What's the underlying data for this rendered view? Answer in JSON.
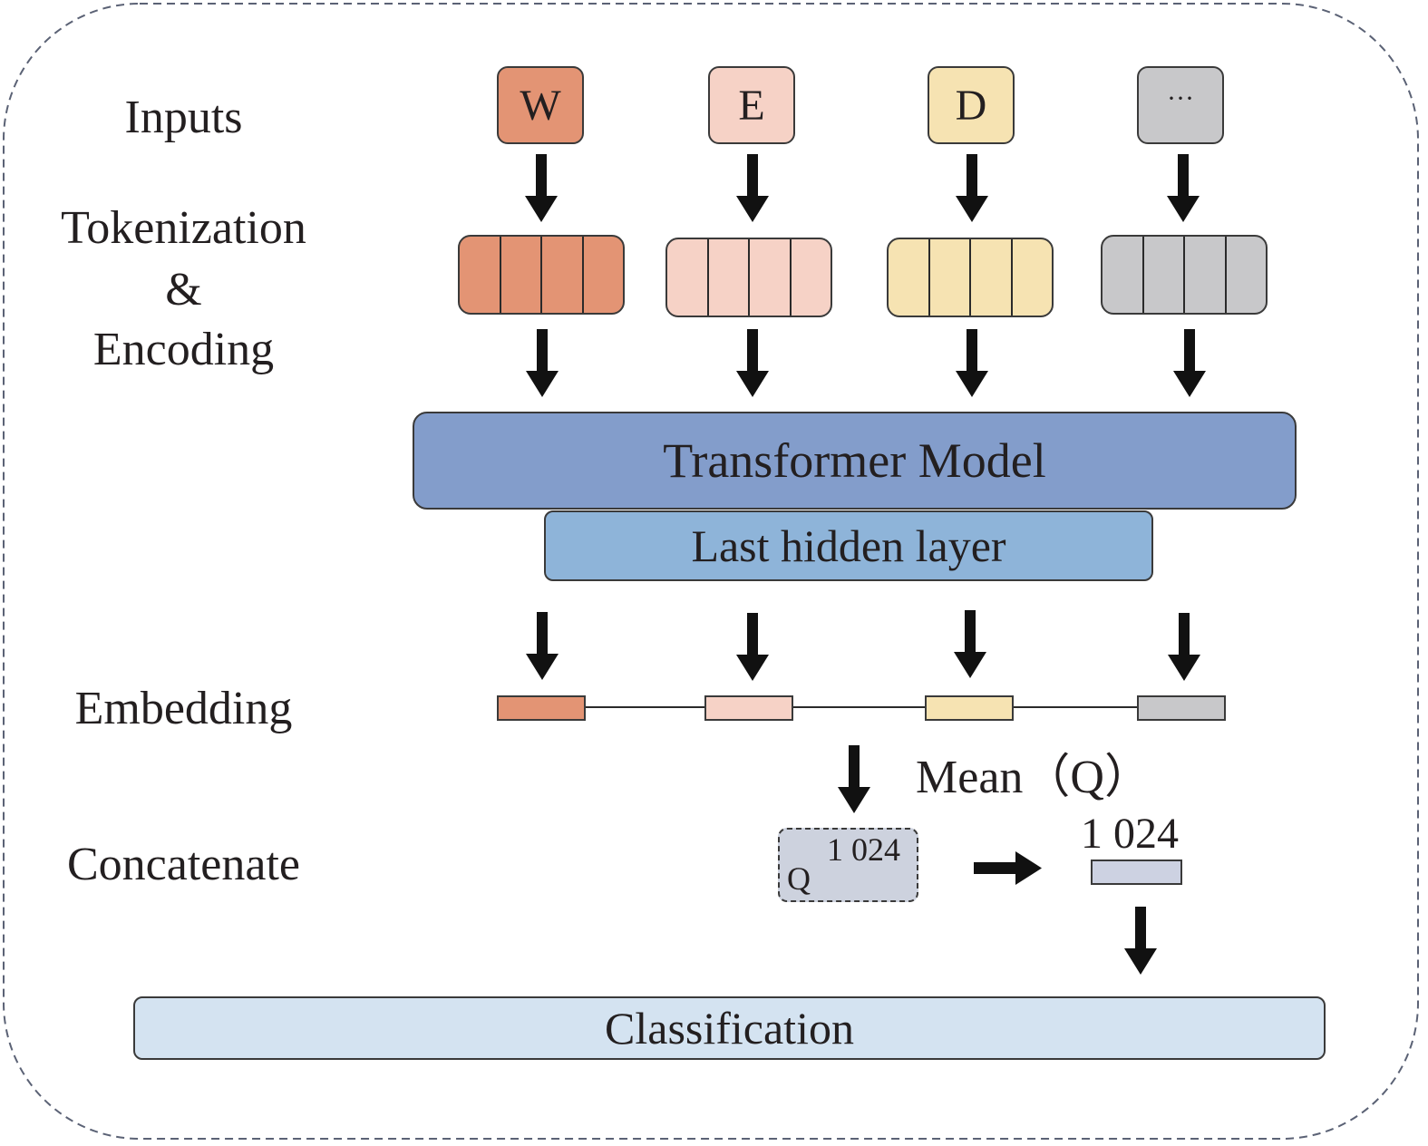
{
  "labels": {
    "inputs": "Inputs",
    "tokenization": "Tokenization",
    "ampersand": "&",
    "encoding": "Encoding",
    "embedding": "Embedding",
    "concatenate": "Concatenate"
  },
  "tokens": [
    {
      "text": "W",
      "color": "#e39474"
    },
    {
      "text": "E",
      "color": "#f6d2c6"
    },
    {
      "text": "D",
      "color": "#f6e3b2"
    },
    {
      "text": "···",
      "color": "#c8c8ca"
    }
  ],
  "transformer": {
    "label": "Transformer Model",
    "color": "#839dcb"
  },
  "hidden_layer": {
    "label": "Last hidden layer",
    "color": "#8eb4d9"
  },
  "mean": {
    "label": "Mean（Q）"
  },
  "q_box": {
    "letter": "Q",
    "dim": "1 024",
    "color": "#cdd2de"
  },
  "vector": {
    "dim": "1 024",
    "color": "#cdd2e2"
  },
  "classification": {
    "label": "Classification",
    "color": "#d4e3f1"
  }
}
